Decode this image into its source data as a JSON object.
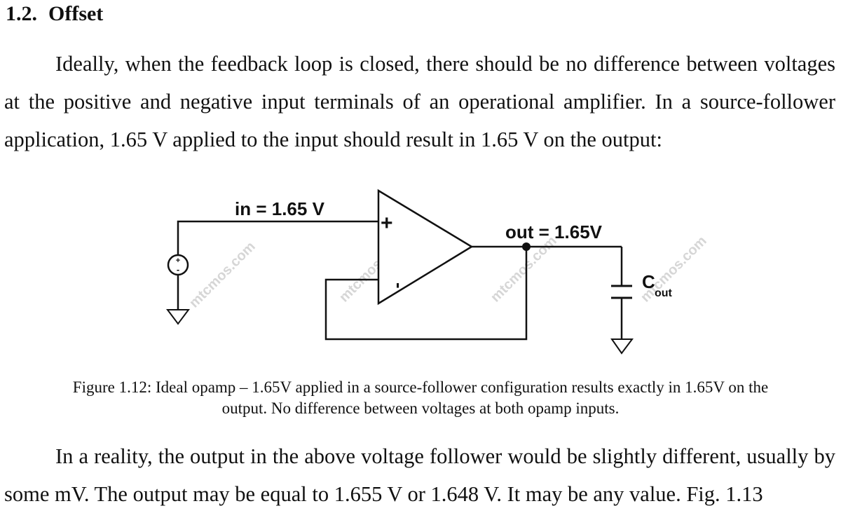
{
  "section": {
    "number": "1.2.",
    "title": "Offset"
  },
  "paragraphs": [
    "Ideally, when the feedback loop is closed, there should be no difference between voltages at the positive and negative input terminals of an operational amplifier. In a source-follower application, 1.65 V applied to the input should result in 1.65 V on the output:",
    "In a reality, the output in the above voltage follower would be slightly different, usually by some mV. The output may be equal to 1.655 V or 1.648 V. It may be any value. Fig. 1.13"
  ],
  "figure": {
    "labels": {
      "input": "in = 1.65 V",
      "output": "out = 1.65V",
      "capacitor_main": "C",
      "capacitor_sub": "out",
      "plus_terminal": "+",
      "minus_terminal": "-",
      "source_plus": "+",
      "source_minus": "-"
    },
    "watermark": "mtcmos.com",
    "caption_line1": "Figure 1.12: Ideal opamp – 1.65V applied in a source-follower configuration results exactly in 1.65V on the",
    "caption_line2": "output. No difference between voltages at both opamp inputs."
  }
}
